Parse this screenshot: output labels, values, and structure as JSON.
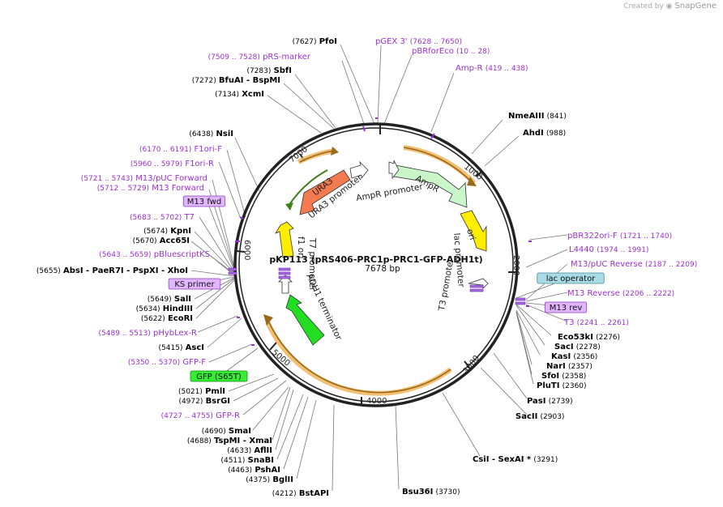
{
  "credit": {
    "prefix": "Created by",
    "brand": "SnapGene"
  },
  "plasmid": {
    "name": "pKP113 (pRS406-PRC1p-PRC1-GFP-ADH1t)",
    "length": "7678 bp"
  },
  "ticks": [
    {
      "label": "1000",
      "bp": 1000
    },
    {
      "label": "2000",
      "bp": 2000
    },
    {
      "label": "3000",
      "bp": 3000
    },
    {
      "label": "4000",
      "bp": 4000
    },
    {
      "label": "5000",
      "bp": 5000
    },
    {
      "label": "6000",
      "bp": 6000
    },
    {
      "label": "7000",
      "bp": 7000
    }
  ],
  "features": [
    {
      "name": "URA3",
      "color": "#f47a4f"
    },
    {
      "name": "AmpR",
      "color": "#c9f7c9"
    },
    {
      "name": "ori",
      "color": "#ffee00"
    },
    {
      "name": "f1 ori",
      "color": "#ffee00"
    },
    {
      "name": "GFP",
      "color": "#22dd22"
    },
    {
      "name": "URA3 promoter",
      "color": "#ffffff"
    },
    {
      "name": "AmpR promoter",
      "color": "#ffffff"
    },
    {
      "name": "lac promoter",
      "color": "#ffffff"
    },
    {
      "name": "T3 promoter",
      "color": "#ffffff"
    },
    {
      "name": "T7 promoter",
      "color": "#ffffff"
    },
    {
      "name": "ADH1 terminator",
      "color": "#ffffff"
    }
  ],
  "labels": [
    {
      "pos": "(7627)",
      "name": "PfoI",
      "kind": "enzyme"
    },
    {
      "pos": "(7628 .. 7650)",
      "name": "pGEX 3'",
      "kind": "primer"
    },
    {
      "pos": "(10 .. 28)",
      "name": "pBRforEco",
      "kind": "primer"
    },
    {
      "pos": "(7509 .. 7528)",
      "name": "pRS-marker",
      "kind": "primer"
    },
    {
      "pos": "(419 .. 438)",
      "name": "Amp-R",
      "kind": "primer"
    },
    {
      "pos": "(7283)",
      "name": "SbfI",
      "kind": "enzyme"
    },
    {
      "pos": "(7272)",
      "name": "BfuAI  -  BspMI",
      "kind": "enzyme"
    },
    {
      "pos": "(7134)",
      "name": "XcmI",
      "kind": "enzyme"
    },
    {
      "pos": "(841)",
      "name": "NmeAIII",
      "kind": "enzyme"
    },
    {
      "pos": "(988)",
      "name": "AhdI",
      "kind": "enzyme"
    },
    {
      "pos": "(6438)",
      "name": "NsiI",
      "kind": "enzyme"
    },
    {
      "pos": "(6170 .. 6191)",
      "name": "F1ori-F",
      "kind": "primer"
    },
    {
      "pos": "(5960 .. 5979)",
      "name": "F1ori-R",
      "kind": "primer"
    },
    {
      "pos": "(5721 .. 5743)",
      "name": "M13/pUC Forward",
      "kind": "primer"
    },
    {
      "pos": "(5712 .. 5729)",
      "name": "M13 Forward",
      "kind": "primer"
    },
    {
      "pos": "",
      "name": "M13 fwd",
      "kind": "boxed-purple"
    },
    {
      "pos": "(5683 .. 5702)",
      "name": "T7",
      "kind": "primer"
    },
    {
      "pos": "(5674)",
      "name": "KpnI",
      "kind": "enzyme"
    },
    {
      "pos": "(5670)",
      "name": "Acc65I",
      "kind": "enzyme"
    },
    {
      "pos": "(5643 .. 5659)",
      "name": "pBluescriptKS",
      "kind": "primer"
    },
    {
      "pos": "(5655)",
      "name": "AbsI   -  PaeR7I   -  PspXI   -  XhoI",
      "kind": "enzyme"
    },
    {
      "pos": "",
      "name": "KS primer",
      "kind": "boxed-purple"
    },
    {
      "pos": "(5649)",
      "name": "SalI",
      "kind": "enzyme"
    },
    {
      "pos": "(5634)",
      "name": "HindIII",
      "kind": "enzyme"
    },
    {
      "pos": "(5622)",
      "name": "EcoRI",
      "kind": "enzyme"
    },
    {
      "pos": "(5489 .. 5513)",
      "name": "pHybLex-R",
      "kind": "primer"
    },
    {
      "pos": "(5415)",
      "name": "AscI",
      "kind": "enzyme"
    },
    {
      "pos": "(5350 .. 5370)",
      "name": "GFP-F",
      "kind": "primer"
    },
    {
      "pos": "",
      "name": "GFP (S65T)",
      "kind": "boxed-green"
    },
    {
      "pos": "(5021)",
      "name": "PmlI",
      "kind": "enzyme"
    },
    {
      "pos": "(4972)",
      "name": "BsrGI",
      "kind": "enzyme"
    },
    {
      "pos": "(4727 .. 4755)",
      "name": "GFP-R",
      "kind": "primer"
    },
    {
      "pos": "(4690)",
      "name": "SmaI",
      "kind": "enzyme"
    },
    {
      "pos": "(4688)",
      "name": "TspMI   -  XmaI",
      "kind": "enzyme"
    },
    {
      "pos": "(4633)",
      "name": "AflII",
      "kind": "enzyme"
    },
    {
      "pos": "(4511)",
      "name": "SnaBI",
      "kind": "enzyme"
    },
    {
      "pos": "(4463)",
      "name": "PshAI",
      "kind": "enzyme"
    },
    {
      "pos": "(4375)",
      "name": "BglII",
      "kind": "enzyme"
    },
    {
      "pos": "(4212)",
      "name": "BstAPI",
      "kind": "enzyme"
    },
    {
      "pos": "(3730)",
      "name": "Bsu36I",
      "kind": "enzyme"
    },
    {
      "pos": "(3291)",
      "name": "CsiI   -  SexAI *",
      "kind": "enzyme"
    },
    {
      "pos": "(2903)",
      "name": "SacII",
      "kind": "enzyme"
    },
    {
      "pos": "(2739)",
      "name": "PasI",
      "kind": "enzyme"
    },
    {
      "pos": "(2360)",
      "name": "PluTI",
      "kind": "enzyme"
    },
    {
      "pos": "(2358)",
      "name": "SfoI",
      "kind": "enzyme"
    },
    {
      "pos": "(2357)",
      "name": "NarI",
      "kind": "enzyme"
    },
    {
      "pos": "(2356)",
      "name": "KasI",
      "kind": "enzyme"
    },
    {
      "pos": "(2278)",
      "name": "SacI",
      "kind": "enzyme"
    },
    {
      "pos": "(2276)",
      "name": "Eco53kI",
      "kind": "enzyme"
    },
    {
      "pos": "(2241 .. 2261)",
      "name": "T3",
      "kind": "primer"
    },
    {
      "pos": "",
      "name": "M13 rev",
      "kind": "boxed-purple"
    },
    {
      "pos": "(2206 .. 2222)",
      "name": "M13 Reverse",
      "kind": "primer"
    },
    {
      "pos": "",
      "name": "lac operator",
      "kind": "boxed-blue"
    },
    {
      "pos": "(2187 .. 2209)",
      "name": "M13/pUC Reverse",
      "kind": "primer"
    },
    {
      "pos": "(1974 .. 1991)",
      "name": "L4440",
      "kind": "primer"
    },
    {
      "pos": "(1721 .. 1740)",
      "name": "pBR322ori-F",
      "kind": "primer"
    }
  ],
  "colors": {
    "enzyme": "#000000",
    "primer": "#9b30d0",
    "feature_ring": "#f0b45a"
  }
}
